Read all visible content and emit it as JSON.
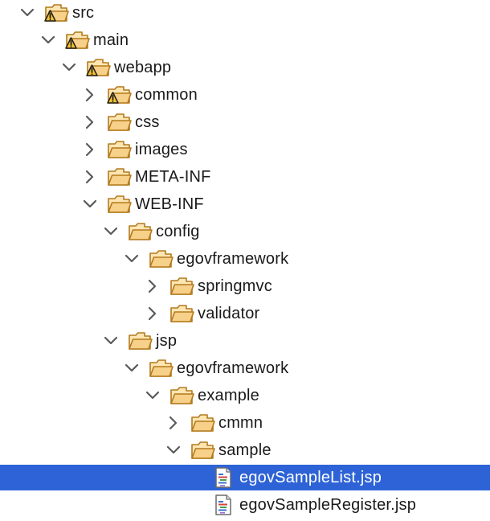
{
  "tree": {
    "nodes": [
      {
        "label": "src",
        "depth": 0,
        "expander": "expanded",
        "icon": "warning-folder-icon"
      },
      {
        "label": "main",
        "depth": 1,
        "expander": "expanded",
        "icon": "warning-folder-icon"
      },
      {
        "label": "webapp",
        "depth": 2,
        "expander": "expanded",
        "icon": "warning-folder-icon"
      },
      {
        "label": "common",
        "depth": 3,
        "expander": "collapsed",
        "icon": "warning-folder-icon"
      },
      {
        "label": "css",
        "depth": 3,
        "expander": "collapsed",
        "icon": "folder-icon"
      },
      {
        "label": "images",
        "depth": 3,
        "expander": "collapsed",
        "icon": "folder-icon"
      },
      {
        "label": "META-INF",
        "depth": 3,
        "expander": "collapsed",
        "icon": "folder-icon"
      },
      {
        "label": "WEB-INF",
        "depth": 3,
        "expander": "expanded",
        "icon": "folder-icon"
      },
      {
        "label": "config",
        "depth": 4,
        "expander": "expanded",
        "icon": "folder-icon"
      },
      {
        "label": "egovframework",
        "depth": 5,
        "expander": "expanded",
        "icon": "folder-icon"
      },
      {
        "label": "springmvc",
        "depth": 6,
        "expander": "collapsed",
        "icon": "folder-icon"
      },
      {
        "label": "validator",
        "depth": 6,
        "expander": "collapsed",
        "icon": "folder-icon"
      },
      {
        "label": "jsp",
        "depth": 4,
        "expander": "expanded",
        "icon": "folder-icon"
      },
      {
        "label": "egovframework",
        "depth": 5,
        "expander": "expanded",
        "icon": "folder-icon"
      },
      {
        "label": "example",
        "depth": 6,
        "expander": "expanded",
        "icon": "folder-icon"
      },
      {
        "label": "cmmn",
        "depth": 7,
        "expander": "collapsed",
        "icon": "folder-icon"
      },
      {
        "label": "sample",
        "depth": 7,
        "expander": "expanded",
        "icon": "folder-icon"
      },
      {
        "label": "egovSampleList.jsp",
        "depth": 8,
        "expander": "none",
        "icon": "jsp-file-icon",
        "selected": true
      },
      {
        "label": "egovSampleRegister.jsp",
        "depth": 8,
        "expander": "none",
        "icon": "jsp-file-icon"
      }
    ]
  },
  "colors": {
    "selection": "#2d63d6",
    "folder_body": "#f7d08a",
    "folder_stroke": "#b37a1d",
    "warning_fill": "#f2c230",
    "chevron": "#5a5a5a"
  }
}
